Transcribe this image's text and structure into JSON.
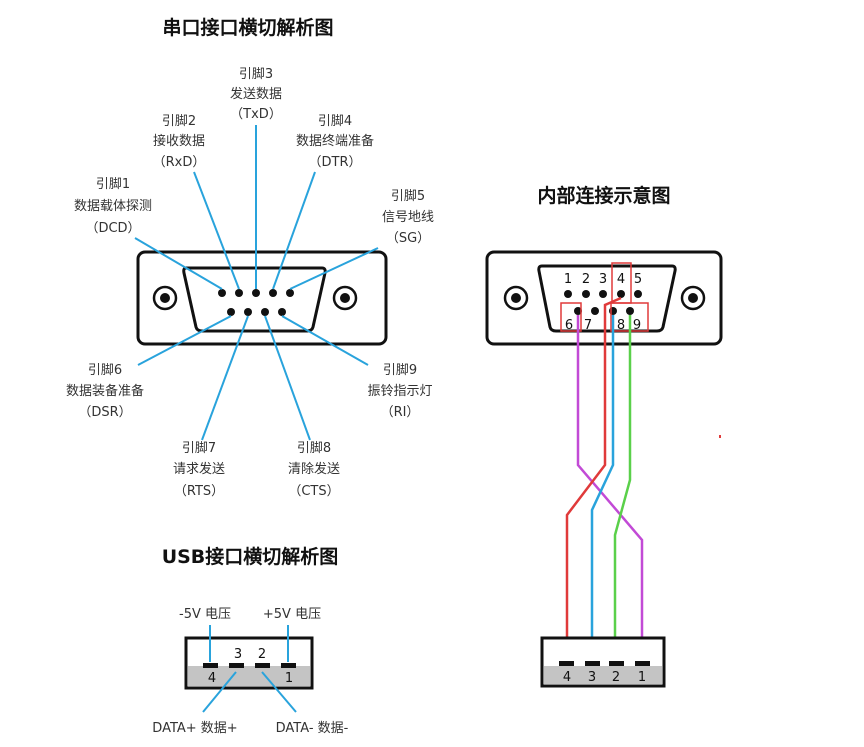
{
  "serial_title": "串口接口横切解析图",
  "internal_title": "内部连接示意图",
  "usb_title": "USB接口横切解析图",
  "pins": {
    "p1": {
      "name": "引脚1",
      "desc": "数据载体探测",
      "abbr": "（DCD）"
    },
    "p2": {
      "name": "引脚2",
      "desc": "接收数据",
      "abbr": "（RxD）"
    },
    "p3": {
      "name": "引脚3",
      "desc": "发送数据",
      "abbr": "（TxD）"
    },
    "p4": {
      "name": "引脚4",
      "desc": "数据终端准备",
      "abbr": "（DTR）"
    },
    "p5": {
      "name": "引脚5",
      "desc": "信号地线",
      "abbr": "（SG）"
    },
    "p6": {
      "name": "引脚6",
      "desc": "数据装备准备",
      "abbr": "（DSR）"
    },
    "p7": {
      "name": "引脚7",
      "desc": "请求发送",
      "abbr": "（RTS）"
    },
    "p8": {
      "name": "引脚8",
      "desc": "清除发送",
      "abbr": "（CTS）"
    },
    "p9": {
      "name": "引脚9",
      "desc": "振铃指示灯",
      "abbr": "（RI）"
    }
  },
  "db9_numbers": {
    "n1": "1",
    "n2": "2",
    "n3": "3",
    "n4": "4",
    "n5": "5",
    "n6": "6",
    "n7": "7",
    "n8": "8",
    "n9": "9"
  },
  "usb": {
    "minus5v": "-5V 电压",
    "plus5v": "+5V 电压",
    "data_plus": "DATA+ 数据+",
    "data_minus": "DATA- 数据-",
    "top_nums": {
      "a": "3",
      "b": "2"
    },
    "bottom_nums": {
      "a": "4",
      "b": "1"
    }
  },
  "usb_right_nums": {
    "a": "4",
    "b": "3",
    "c": "2",
    "d": "1"
  },
  "colors": {
    "blue": "#29a3dc",
    "red": "#e03a3a",
    "purple": "#c24ad6",
    "green": "#5ad04a",
    "cyan": "#29a3dc"
  }
}
